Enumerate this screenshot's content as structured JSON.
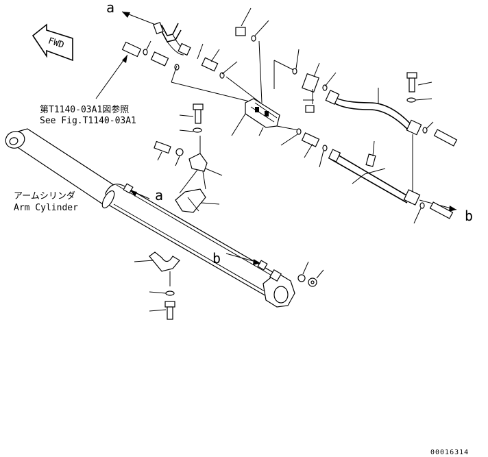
{
  "labels": {
    "arrow_a_top": "a",
    "arrow_a_mid": "a",
    "arrow_b_right": "b",
    "arrow_b_mid": "b",
    "fwd": "FWD",
    "ref_jp": "第T1140-03A1図参照",
    "ref_en": "See Fig.T1140-03A1",
    "arm_jp": "アームシリンダ",
    "arm_en": "Arm Cylinder",
    "drawing_no": "00016314"
  }
}
